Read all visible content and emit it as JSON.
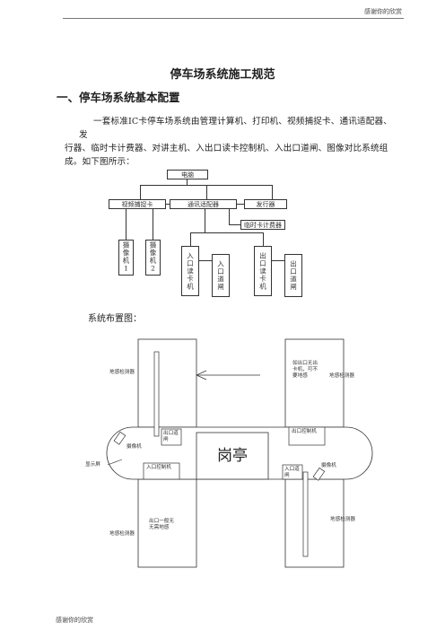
{
  "header": {
    "text": "感谢你的欣赏"
  },
  "title": "停车场系统施工规范",
  "section1": {
    "heading": "一、停车场系统基本配置"
  },
  "intro": {
    "lines": [
      "一套标准IC卡停车场系统由管理计算机、打印机、视频捕捉卡、通讯适配器、发",
      "行器、临时卡计费器、对讲主机、入出口读卡控制机、入出口道闸、图像对比系统组",
      "成。如下图所示："
    ]
  },
  "diagram1": {
    "computer": "电脑",
    "video_card": "视频捕捉卡",
    "comm_adapter": "通讯适配器",
    "issuer": "发行器",
    "temp_billing": "临时卡计费器",
    "camera1": "摄像机1",
    "camera2": "摄像机2",
    "entry_reader": "入口读卡机",
    "entry_gate": "入口道闸",
    "exit_reader": "出口读卡机",
    "exit_gate": "出口道闸"
  },
  "layout_caption": "系统布置图：",
  "diagram2": {
    "booth": "岗亭",
    "top_left_loop": "地感检测器",
    "top_right_note": "如出口无出卡机，可不要地感",
    "top_right_loop": "地感检测器",
    "camera_left": "摄像机",
    "exit_gate": "出口道闸",
    "exit_controller": "出口控制机",
    "display": "显示屏",
    "entry_controller": "入口控制机",
    "entry_gate": "入口道闸",
    "camera_right": "摄像机",
    "bottom_left_note": "出口一般无无需地感",
    "bottom_left_loop": "地感检测器",
    "bottom_right_loop": "地感检测器"
  },
  "footer": {
    "text": "感谢你的欣赏"
  }
}
